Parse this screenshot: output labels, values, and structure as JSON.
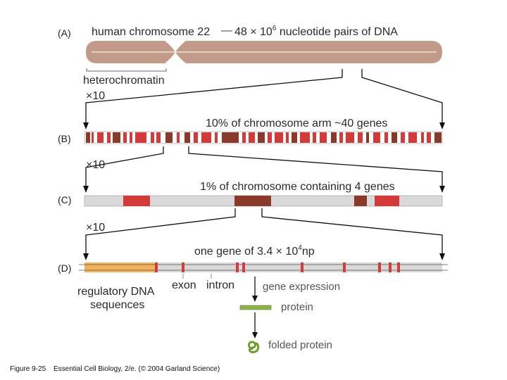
{
  "panels": {
    "a": "(A)",
    "b": "(B)",
    "c": "(C)",
    "d": "(D)"
  },
  "a_title": "human chromosome 22",
  "a_title_right_base": "48 × 10",
  "a_title_right_exp": "6",
  "a_title_right_rest": " nucleotide pairs of DNA",
  "heterochromatin": "heterochromatin",
  "magnifications": [
    "×10",
    "×10",
    "×10"
  ],
  "b_title": "10% of chromosome arm ~40 genes",
  "c_title": "1% of chromosome containing 4 genes",
  "d_title_base": "one gene of 3.4 × 10",
  "d_title_exp": "4",
  "d_title_rest": "np",
  "regulatory_line1": "regulatory DNA",
  "regulatory_line2": "sequences",
  "exon": "exon",
  "intron": "intron",
  "gene_expression": "gene expression",
  "protein": "protein",
  "folded_protein": "folded protein",
  "caption_fig": "Figure 9-25",
  "caption_text": "Essential Cell Biology, 2/e. (© 2004 Garland Science)",
  "colors": {
    "chromosome": "#c29a8a",
    "gene_red": "#d33a3a",
    "gene_dark": "#8a3a2a",
    "band_gray": "#d9d9d9",
    "regulatory": "#f2b25a",
    "protein": "#8fb04a"
  }
}
